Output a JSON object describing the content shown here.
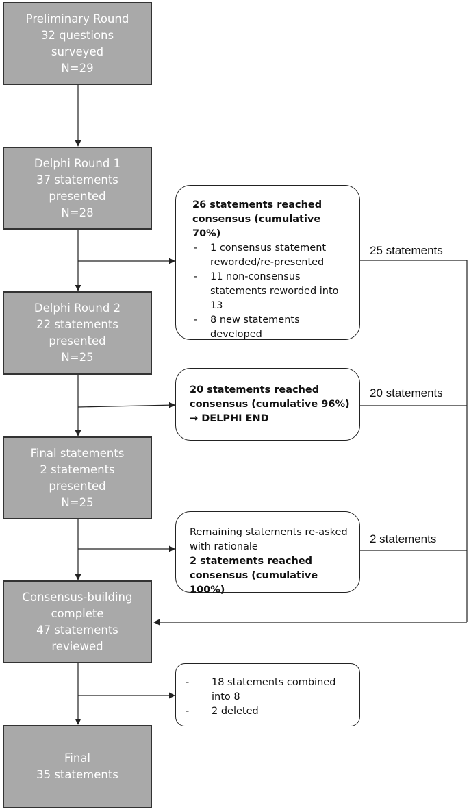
{
  "boxes": {
    "preliminary": {
      "lines": [
        "Preliminary Round",
        "32 questions",
        "surveyed",
        "N=29"
      ]
    },
    "round1": {
      "lines": [
        "Delphi Round 1",
        "37 statements",
        "presented",
        "N=28"
      ]
    },
    "round2": {
      "lines": [
        "Delphi Round 2",
        "22 statements",
        "presented",
        "N=25"
      ]
    },
    "final_statements": {
      "lines": [
        "Final statements",
        "2 statements",
        "presented",
        "N=25"
      ]
    },
    "consensus_building": {
      "lines": [
        "Consensus-building",
        "complete",
        "47 statements",
        "reviewed"
      ]
    },
    "final": {
      "lines": [
        "Final",
        "35 statements"
      ]
    }
  },
  "notes": {
    "round1": {
      "heading": "26 statements reached consensus (cumulative 70%)",
      "items": [
        "1 consensus statement reworded/re-presented",
        "11 non-consensus statements reworded into 13",
        "8 new statements developed"
      ]
    },
    "round2": {
      "heading": "20 statements reached consensus (cumulative 96%)",
      "end_text": "→ DELPHI END"
    },
    "final_statements": {
      "text": "Remaining statements re-asked with rationale",
      "heading": "2 statements reached consensus (cumulative 100%)"
    },
    "consensus_building": {
      "items": [
        "18 statements combined into 8",
        "2 deleted"
      ]
    }
  },
  "flow_labels": {
    "round1": "25 statements",
    "round2": "20 statements",
    "final_statements": "2 statements"
  },
  "colors": {
    "step_fill": "#a9a9a9",
    "step_border": "#333333",
    "step_text": "#ffffff",
    "note_border": "#222222",
    "connector": "#222222"
  }
}
